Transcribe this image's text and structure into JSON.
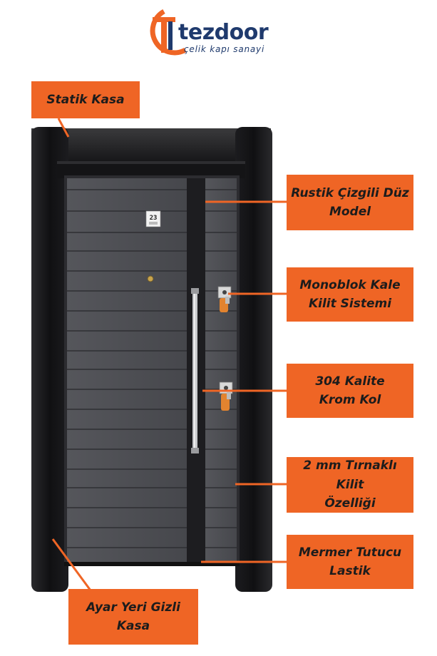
{
  "brand": {
    "name": "tezdoor",
    "tagline": "çelik kapı sanayi",
    "logo_color": "#ef6525",
    "text_color": "#1f3a6d"
  },
  "door": {
    "number_plate": "23"
  },
  "labels": {
    "statik_kasa": "Statik Kasa",
    "rustik_line1": "Rustik Çizgili Düz",
    "rustik_line2": "Model",
    "monoblok_line1": "Monoblok Kale",
    "monoblok_line2": "Kilit Sistemi",
    "krom_line1": "304 Kalite",
    "krom_line2": "Krom Kol",
    "tirnak_line1": "2 mm Tırnaklı Kilit",
    "tirnak_line2": "Özelliği",
    "mermer_line1": "Mermer Tutucu",
    "mermer_line2": "Lastik",
    "ayar_line1": "Ayar Yeri Gizli",
    "ayar_line2": "Kasa"
  },
  "colors": {
    "label_bg": "#ef6525",
    "frame": "#1e1e20",
    "panel": "#4a4b50"
  }
}
